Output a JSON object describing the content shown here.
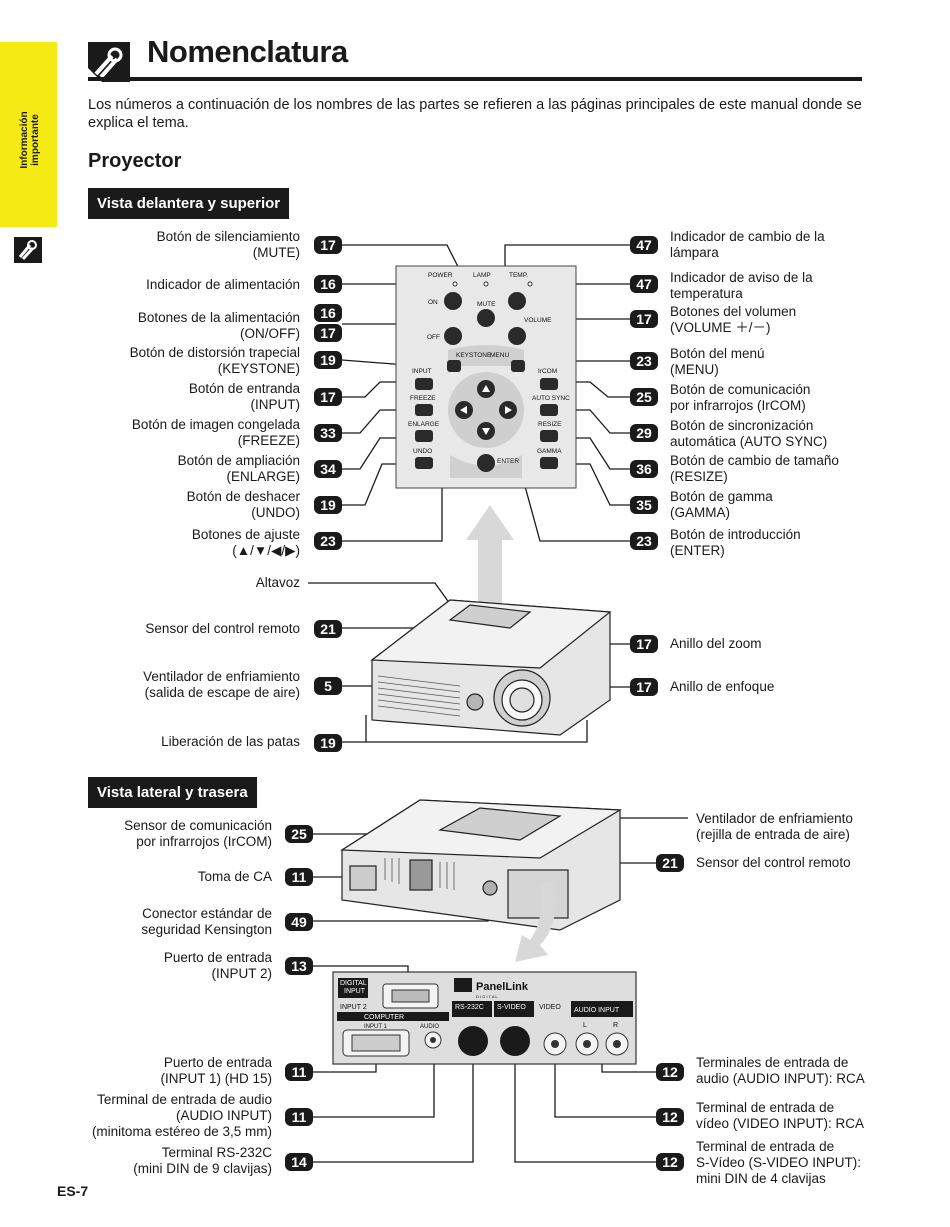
{
  "sidetab": {
    "line1": "Información",
    "line2": "importante"
  },
  "page": {
    "title": "Nomenclatura",
    "intro": "Los números a continuación de los nombres de las partes se refieren a las páginas principales de este manual donde se explica el tema.",
    "section": "Proyector",
    "page_number": "ES-7"
  },
  "front": {
    "heading": "Vista delantera y superior",
    "left": [
      {
        "l1": "Botón de silenciamiento",
        "l2": "(MUTE)",
        "badge": "17"
      },
      {
        "l1": "Indicador de alimentación",
        "l2": "",
        "badge": "16"
      },
      {
        "l1": "Botones de la alimentación",
        "l2": "(ON/OFF)",
        "badge": "16",
        "badge2": "17"
      },
      {
        "l1": "Botón de distorsión trapecial",
        "l2": "(KEYSTONE)",
        "badge": "19"
      },
      {
        "l1": "Botón de entranda",
        "l2": "(INPUT)",
        "badge": "17"
      },
      {
        "l1": "Botón de imagen congelada",
        "l2": "(FREEZE)",
        "badge": "33"
      },
      {
        "l1": "Botón de ampliación",
        "l2": "(ENLARGE)",
        "badge": "34"
      },
      {
        "l1": "Botón de deshacer",
        "l2": "(UNDO)",
        "badge": "19"
      },
      {
        "l1": "Botones de ajuste",
        "l2": "(▲/▼/◀/▶)",
        "badge": "23"
      }
    ],
    "right": [
      {
        "l1": "Indicador de cambio de la",
        "l2": "lámpara",
        "badge": "47"
      },
      {
        "l1": "Indicador de aviso de la",
        "l2": "temperatura",
        "badge": "47"
      },
      {
        "l1": "Botones del volumen",
        "l2": "(VOLUME ＋/－)",
        "badge": "17"
      },
      {
        "l1": "Botón del menú",
        "l2": "(MENU)",
        "badge": "23"
      },
      {
        "l1": "Botón de comunicación",
        "l2": "por infrarrojos (IrCOM)",
        "badge": "25"
      },
      {
        "l1": "Botón de sincronización",
        "l2": "automática (AUTO SYNC)",
        "badge": "29"
      },
      {
        "l1": "Botón de cambio de tamaño",
        "l2": "(RESIZE)",
        "badge": "36"
      },
      {
        "l1": "Botón de gamma",
        "l2": "(GAMMA)",
        "badge": "35"
      },
      {
        "l1": "Botón de introducción",
        "l2": "(ENTER)",
        "badge": "23"
      }
    ],
    "lower_left": [
      {
        "l1": "Altavoz",
        "l2": "",
        "badge": ""
      },
      {
        "l1": "Sensor del control remoto",
        "l2": "",
        "badge": "21"
      },
      {
        "l1": "Ventilador de enfriamiento",
        "l2": "(salida de escape de aire)",
        "badge": "5"
      },
      {
        "l1": "Liberación de las patas",
        "l2": "",
        "badge": "19"
      }
    ],
    "lower_right": [
      {
        "l1": "Anillo del zoom",
        "badge": "17"
      },
      {
        "l1": "Anillo de enfoque",
        "badge": "17"
      }
    ],
    "panel": {
      "power": "POWER",
      "lamp": "LAMP",
      "temp": "TEMP.",
      "on": "ON",
      "off": "OFF",
      "mute": "MUTE",
      "volume": "VOLUME",
      "keystone": "KEYSTONE",
      "menu": "MENU",
      "input": "INPUT",
      "ircom": "IrCOM",
      "freeze": "FREEZE",
      "autosync": "AUTO SYNC",
      "enlarge": "ENLARGE",
      "resize": "RESIZE",
      "undo": "UNDO",
      "gamma": "GAMMA",
      "enter": "ENTER"
    }
  },
  "rear": {
    "heading": "Vista lateral y trasera",
    "left": [
      {
        "l1": "Sensor de comunicación",
        "l2": "por infrarrojos (IrCOM)",
        "badge": "25"
      },
      {
        "l1": "Toma de CA",
        "l2": "",
        "badge": "11"
      },
      {
        "l1": "Conector estándar de",
        "l2": "seguridad Kensington",
        "badge": "49"
      },
      {
        "l1": "Puerto de entrada",
        "l2": "(INPUT 2)",
        "badge": "13"
      }
    ],
    "right": [
      {
        "l1": "Ventilador de enfriamiento",
        "l2": "(rejilla de entrada de aire)",
        "badge": ""
      },
      {
        "l1": "Sensor del control remoto",
        "l2": "",
        "badge": "21"
      }
    ],
    "bottom_left": [
      {
        "l1": "Puerto de entrada",
        "l2": "(INPUT 1) (HD 15)",
        "l3": "",
        "badge": "11"
      },
      {
        "l1": "Terminal de entrada de audio",
        "l2": "(AUDIO INPUT)",
        "l3": "(minitoma estéreo de 3,5 mm)",
        "badge": "11"
      },
      {
        "l1": "Terminal RS-232C",
        "l2": "(mini DIN de 9 clavijas)",
        "l3": "",
        "badge": "14"
      }
    ],
    "bottom_right": [
      {
        "l1": "Terminales de entrada de",
        "l2": "audio (AUDIO INPUT): RCA",
        "l3": "",
        "badge": "12"
      },
      {
        "l1": "Terminal de entrada de",
        "l2": "vídeo (VIDEO INPUT): RCA",
        "l3": "",
        "badge": "12"
      },
      {
        "l1": "Terminal de entrada de",
        "l2": "S-Vídeo (S-VIDEO INPUT):",
        "l3": "mini DIN de 4 clavijas",
        "badge": "12"
      }
    ],
    "panel": {
      "digital": "DIGITAL",
      "input": "INPUT",
      "input2": "INPUT 2",
      "panellink": "PanelLink",
      "digital_sub": "D I G I T A L",
      "computer": "COMPUTER",
      "input1": "INPUT 1",
      "audio": "AUDIO",
      "rs232c": "RS-232C",
      "svideo": "S-VIDEO",
      "video": "VIDEO",
      "audio_input": "AUDIO INPUT",
      "l": "L",
      "r": "R"
    }
  }
}
